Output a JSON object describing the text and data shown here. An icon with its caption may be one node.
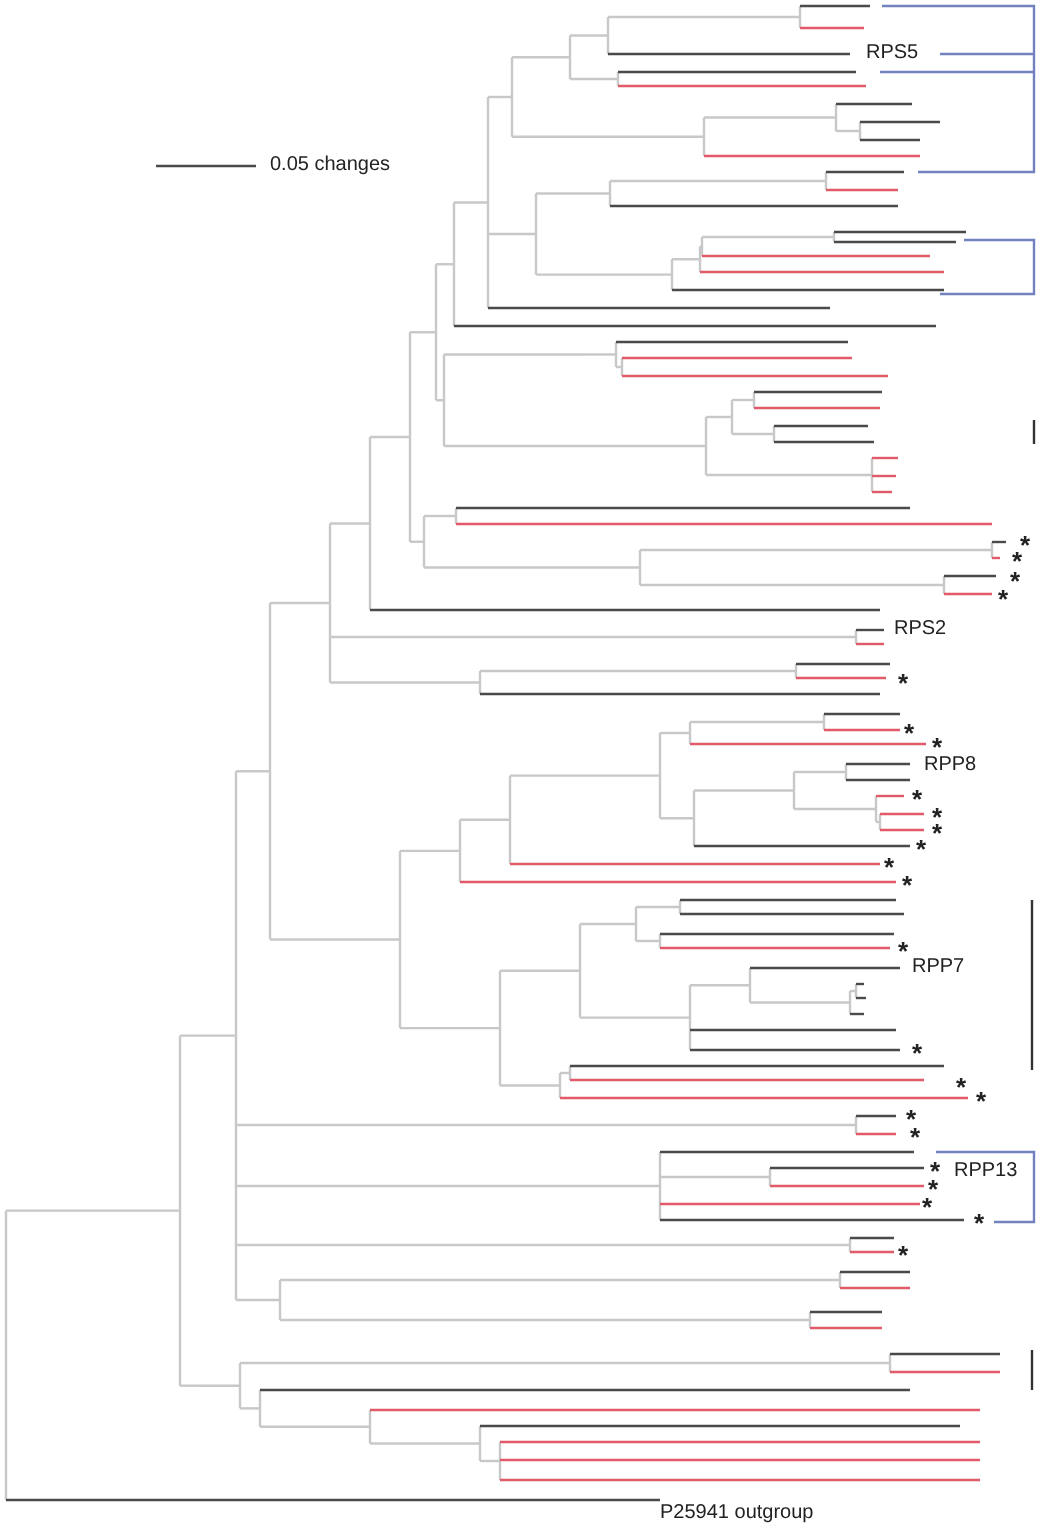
{
  "diagram": {
    "labels": [
      "RPS5",
      "0.05 changes",
      "*",
      "*",
      "*",
      "*",
      "RPS2",
      "*",
      "*",
      "*",
      "RPP8",
      "*",
      "*",
      "*",
      "*",
      "*",
      "*",
      "*",
      "RPP7",
      "*",
      "*",
      "*",
      "*",
      "*",
      "*",
      "RPP13",
      "*",
      "*",
      "*",
      "*",
      "P25941 outgroup"
    ]
  }
}
